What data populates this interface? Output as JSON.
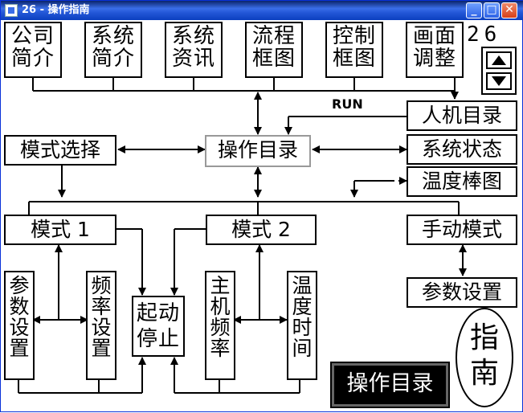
{
  "window": {
    "title": "26 - 操作指南",
    "minimize": "_",
    "maximize": "□",
    "close": "✕"
  },
  "top_menu": [
    "公司简介",
    "系统简介",
    "系统资讯",
    "流程框图",
    "控制框图",
    "画面调整"
  ],
  "page_number": "26",
  "run_label": "RUN",
  "right_menu": [
    "人机目录",
    "系统状态",
    "温度棒图"
  ],
  "mode_select": "模式选择",
  "operation_directory": "操作目录",
  "mode1": "模式 1",
  "mode2": "模式 2",
  "manual_mode": "手动模式",
  "param_settings": "参数设置",
  "vertical_boxes": [
    "参数设置",
    "频率设置",
    "起动停止",
    "主机频率",
    "温度时间"
  ],
  "menu_button": "操作目录",
  "guide_badge": "指南",
  "icons": [
    "scroll-up-arrow",
    "scroll-down-arrow",
    "app-icon"
  ]
}
